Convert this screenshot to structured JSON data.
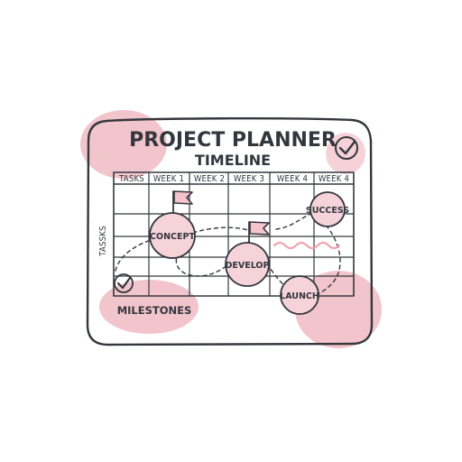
{
  "title": "PROJECT PLANNER",
  "subtitle": "TIMELINE",
  "columns": [
    "TASKS",
    "WEEK 1",
    "WEEK 2",
    "WEEK 3",
    "WEEK 4",
    "WEEK 4"
  ],
  "row_axis_label": "TASSKS",
  "milestones": [
    "CONCEPT",
    "DEVELOP",
    "LAUNCH",
    "SUCCESS"
  ],
  "legend_label": "MILESTONES",
  "colors": {
    "ink": "#34383e",
    "pink": "#f2c4cc",
    "node_fill": "#f5d3d9",
    "wave": "#eea3b1"
  },
  "icons": [
    "checkmark-icon",
    "flag-icon"
  ]
}
